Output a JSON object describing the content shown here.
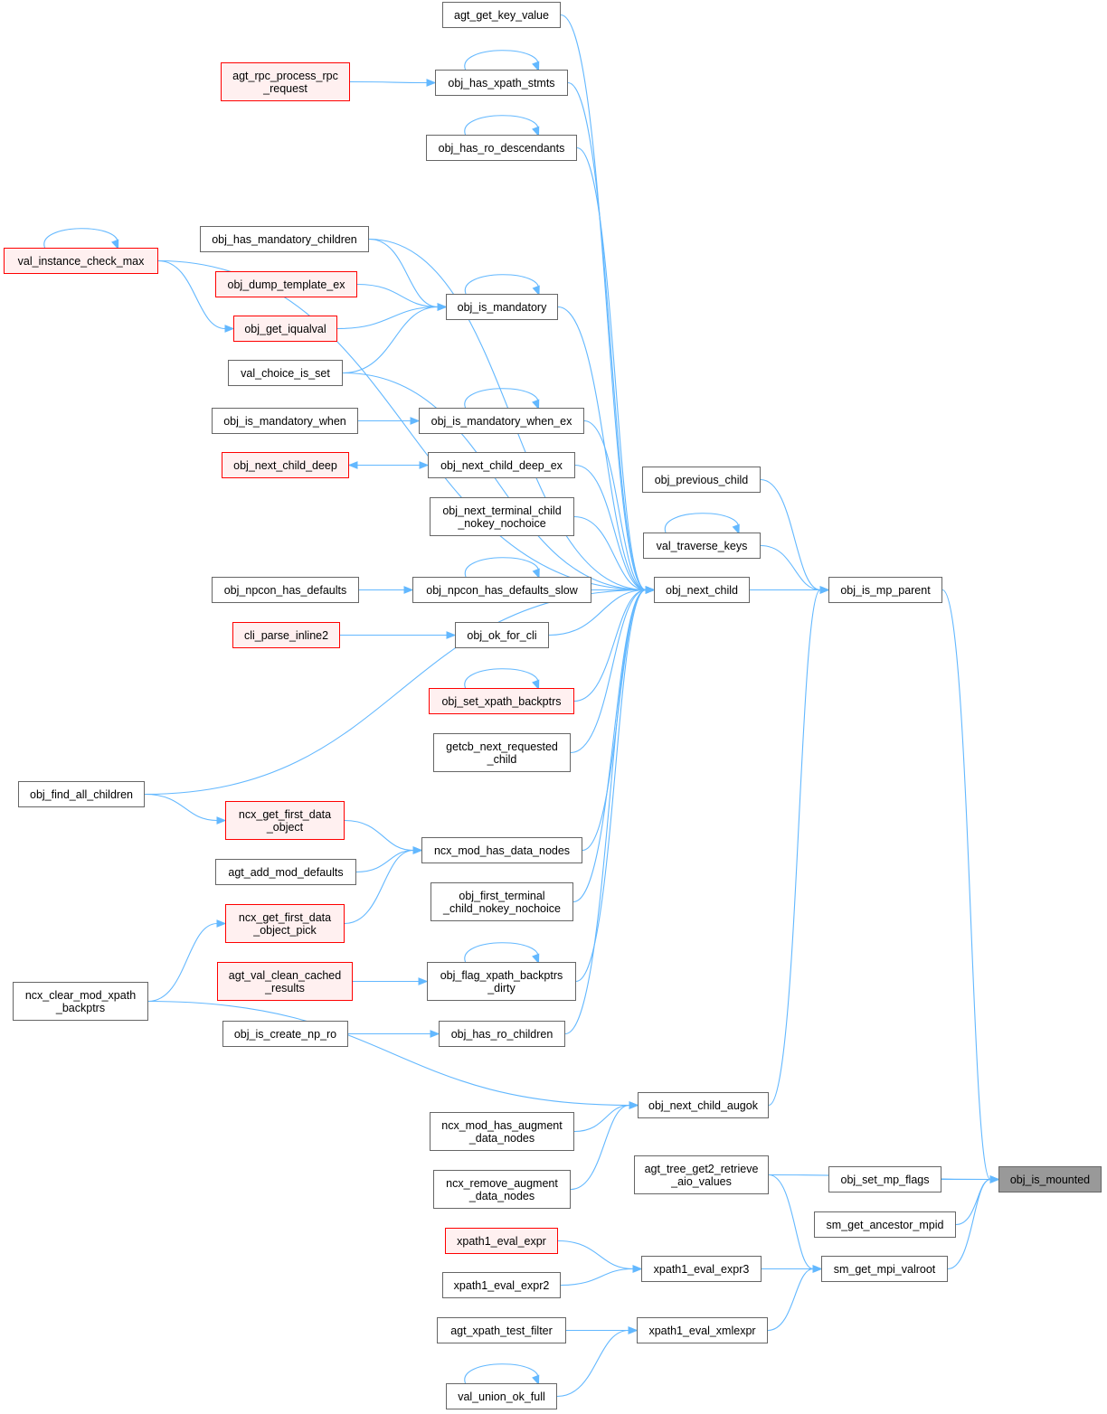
{
  "graph": {
    "direction": "right-to-left",
    "root": "obj_is_mounted",
    "colors": {
      "edge": "#63b8ff",
      "node_border": "#666666",
      "highlight_border": "#ff0000",
      "highlight_fill": "#fff0f0",
      "root_fill": "#999999"
    }
  },
  "nodes": [
    {
      "id": "obj_is_mounted",
      "label": "obj_is_mounted",
      "style": "current"
    },
    {
      "id": "obj_is_mp_parent",
      "label": "obj_is_mp_parent",
      "style": "normal"
    },
    {
      "id": "obj_next_child",
      "label": "obj_next_child",
      "style": "normal"
    },
    {
      "id": "obj_previous_child",
      "label": "obj_previous_child",
      "style": "normal"
    },
    {
      "id": "val_traverse_keys",
      "label": "val_traverse_keys",
      "style": "normal"
    },
    {
      "id": "obj_next_child_augok",
      "label": "obj_next_child_augok",
      "style": "normal"
    },
    {
      "id": "agt_tree_get2",
      "label": "agt_tree_get2_retrieve\n_aio_values",
      "style": "normal"
    },
    {
      "id": "obj_set_mp_flags",
      "label": "obj_set_mp_flags",
      "style": "normal"
    },
    {
      "id": "sm_get_ancestor_mpid",
      "label": "sm_get_ancestor_mpid",
      "style": "normal"
    },
    {
      "id": "sm_get_mpi_valroot",
      "label": "sm_get_mpi_valroot",
      "style": "normal"
    },
    {
      "id": "agt_get_key_value",
      "label": "agt_get_key_value",
      "style": "normal"
    },
    {
      "id": "obj_has_xpath_stmts",
      "label": "obj_has_xpath_stmts",
      "style": "normal"
    },
    {
      "id": "agt_rpc_process",
      "label": "agt_rpc_process_rpc\n_request",
      "style": "red"
    },
    {
      "id": "obj_has_ro_descendants",
      "label": "obj_has_ro_descendants",
      "style": "normal"
    },
    {
      "id": "val_instance_check_max",
      "label": "val_instance_check_max",
      "style": "red"
    },
    {
      "id": "obj_has_mandatory_children",
      "label": "obj_has_mandatory_children",
      "style": "normal"
    },
    {
      "id": "obj_dump_template_ex",
      "label": "obj_dump_template_ex",
      "style": "red"
    },
    {
      "id": "obj_is_mandatory",
      "label": "obj_is_mandatory",
      "style": "normal"
    },
    {
      "id": "obj_get_iqualval",
      "label": "obj_get_iqualval",
      "style": "red"
    },
    {
      "id": "val_choice_is_set",
      "label": "val_choice_is_set",
      "style": "normal"
    },
    {
      "id": "obj_is_mandatory_when",
      "label": "obj_is_mandatory_when",
      "style": "normal"
    },
    {
      "id": "obj_is_mandatory_when_ex",
      "label": "obj_is_mandatory_when_ex",
      "style": "normal"
    },
    {
      "id": "obj_next_child_deep",
      "label": "obj_next_child_deep",
      "style": "red"
    },
    {
      "id": "obj_next_child_deep_ex",
      "label": "obj_next_child_deep_ex",
      "style": "normal"
    },
    {
      "id": "obj_next_terminal_child",
      "label": "obj_next_terminal_child\n_nokey_nochoice",
      "style": "normal"
    },
    {
      "id": "obj_npcon_has_defaults",
      "label": "obj_npcon_has_defaults",
      "style": "normal"
    },
    {
      "id": "obj_npcon_has_defaults_slow",
      "label": "obj_npcon_has_defaults_slow",
      "style": "normal"
    },
    {
      "id": "cli_parse_inline2",
      "label": "cli_parse_inline2",
      "style": "red"
    },
    {
      "id": "obj_ok_for_cli",
      "label": "obj_ok_for_cli",
      "style": "normal"
    },
    {
      "id": "obj_set_xpath_backptrs",
      "label": "obj_set_xpath_backptrs",
      "style": "red"
    },
    {
      "id": "getcb_next_requested_child",
      "label": "getcb_next_requested\n_child",
      "style": "normal"
    },
    {
      "id": "obj_find_all_children",
      "label": "obj_find_all_children",
      "style": "normal"
    },
    {
      "id": "ncx_get_first_data_object",
      "label": "ncx_get_first_data\n_object",
      "style": "red"
    },
    {
      "id": "ncx_mod_has_data_nodes",
      "label": "ncx_mod_has_data_nodes",
      "style": "normal"
    },
    {
      "id": "agt_add_mod_defaults",
      "label": "agt_add_mod_defaults",
      "style": "normal"
    },
    {
      "id": "obj_first_terminal_child",
      "label": "obj_first_terminal\n_child_nokey_nochoice",
      "style": "normal"
    },
    {
      "id": "ncx_get_first_data_object_pick",
      "label": "ncx_get_first_data\n_object_pick",
      "style": "red"
    },
    {
      "id": "agt_val_clean_cached",
      "label": "agt_val_clean_cached\n_results",
      "style": "red"
    },
    {
      "id": "obj_flag_xpath_backptrs_dirty",
      "label": "obj_flag_xpath_backptrs\n_dirty",
      "style": "normal"
    },
    {
      "id": "ncx_clear_mod_xpath",
      "label": "ncx_clear_mod_xpath\n_backptrs",
      "style": "normal"
    },
    {
      "id": "obj_is_create_np_ro",
      "label": "obj_is_create_np_ro",
      "style": "normal"
    },
    {
      "id": "obj_has_ro_children",
      "label": "obj_has_ro_children",
      "style": "normal"
    },
    {
      "id": "ncx_mod_has_augment",
      "label": "ncx_mod_has_augment\n_data_nodes",
      "style": "normal"
    },
    {
      "id": "ncx_remove_augment",
      "label": "ncx_remove_augment\n_data_nodes",
      "style": "normal"
    },
    {
      "id": "xpath1_eval_expr",
      "label": "xpath1_eval_expr",
      "style": "red"
    },
    {
      "id": "xpath1_eval_expr3",
      "label": "xpath1_eval_expr3",
      "style": "normal"
    },
    {
      "id": "xpath1_eval_expr2",
      "label": "xpath1_eval_expr2",
      "style": "normal"
    },
    {
      "id": "agt_xpath_test_filter",
      "label": "agt_xpath_test_filter",
      "style": "normal"
    },
    {
      "id": "xpath1_eval_xmlexpr",
      "label": "xpath1_eval_xmlexpr",
      "style": "normal"
    },
    {
      "id": "val_union_ok_full",
      "label": "val_union_ok_full",
      "style": "normal"
    }
  ],
  "edges": [
    {
      "from": "obj_is_mp_parent",
      "to": "obj_is_mounted"
    },
    {
      "from": "agt_tree_get2",
      "to": "obj_is_mounted"
    },
    {
      "from": "obj_set_mp_flags",
      "to": "obj_is_mounted"
    },
    {
      "from": "sm_get_ancestor_mpid",
      "to": "obj_is_mounted"
    },
    {
      "from": "sm_get_mpi_valroot",
      "to": "obj_is_mounted"
    },
    {
      "from": "obj_next_child",
      "to": "obj_is_mp_parent"
    },
    {
      "from": "obj_previous_child",
      "to": "obj_is_mp_parent"
    },
    {
      "from": "val_traverse_keys",
      "to": "obj_is_mp_parent"
    },
    {
      "from": "obj_next_child_augok",
      "to": "obj_is_mp_parent"
    },
    {
      "from": "agt_tree_get2",
      "to": "sm_get_mpi_valroot"
    },
    {
      "from": "xpath1_eval_expr3",
      "to": "sm_get_mpi_valroot"
    },
    {
      "from": "xpath1_eval_xmlexpr",
      "to": "sm_get_mpi_valroot"
    },
    {
      "from": "agt_get_key_value",
      "to": "obj_next_child"
    },
    {
      "from": "obj_has_xpath_stmts",
      "to": "obj_next_child"
    },
    {
      "from": "obj_has_ro_descendants",
      "to": "obj_next_child"
    },
    {
      "from": "val_instance_check_max",
      "to": "obj_next_child"
    },
    {
      "from": "obj_has_mandatory_children",
      "to": "obj_next_child"
    },
    {
      "from": "obj_is_mandatory",
      "to": "obj_next_child"
    },
    {
      "from": "val_choice_is_set",
      "to": "obj_next_child"
    },
    {
      "from": "obj_is_mandatory_when_ex",
      "to": "obj_next_child"
    },
    {
      "from": "obj_next_child_deep_ex",
      "to": "obj_next_child"
    },
    {
      "from": "obj_next_terminal_child",
      "to": "obj_next_child"
    },
    {
      "from": "obj_npcon_has_defaults_slow",
      "to": "obj_next_child"
    },
    {
      "from": "obj_ok_for_cli",
      "to": "obj_next_child"
    },
    {
      "from": "obj_set_xpath_backptrs",
      "to": "obj_next_child"
    },
    {
      "from": "getcb_next_requested_child",
      "to": "obj_next_child"
    },
    {
      "from": "obj_find_all_children",
      "to": "obj_next_child"
    },
    {
      "from": "ncx_mod_has_data_nodes",
      "to": "obj_next_child"
    },
    {
      "from": "obj_first_terminal_child",
      "to": "obj_next_child"
    },
    {
      "from": "obj_flag_xpath_backptrs_dirty",
      "to": "obj_next_child"
    },
    {
      "from": "obj_has_ro_children",
      "to": "obj_next_child"
    },
    {
      "from": "val_traverse_keys",
      "to": "val_traverse_keys"
    },
    {
      "from": "agt_rpc_process",
      "to": "obj_has_xpath_stmts"
    },
    {
      "from": "obj_has_xpath_stmts",
      "to": "obj_has_xpath_stmts"
    },
    {
      "from": "obj_has_ro_descendants",
      "to": "obj_has_ro_descendants"
    },
    {
      "from": "val_instance_check_max",
      "to": "val_instance_check_max"
    },
    {
      "from": "val_instance_check_max",
      "to": "obj_get_iqualval"
    },
    {
      "from": "obj_has_mandatory_children",
      "to": "obj_is_mandatory"
    },
    {
      "from": "obj_dump_template_ex",
      "to": "obj_is_mandatory"
    },
    {
      "from": "obj_get_iqualval",
      "to": "obj_is_mandatory"
    },
    {
      "from": "val_choice_is_set",
      "to": "obj_is_mandatory"
    },
    {
      "from": "obj_is_mandatory",
      "to": "obj_is_mandatory"
    },
    {
      "from": "obj_is_mandatory_when",
      "to": "obj_is_mandatory_when_ex"
    },
    {
      "from": "obj_is_mandatory_when_ex",
      "to": "obj_is_mandatory_when_ex"
    },
    {
      "from": "obj_next_child_deep",
      "to": "obj_next_child_deep_ex"
    },
    {
      "from": "obj_next_child_deep_ex",
      "to": "obj_next_child_deep"
    },
    {
      "from": "obj_npcon_has_defaults",
      "to": "obj_npcon_has_defaults_slow"
    },
    {
      "from": "obj_npcon_has_defaults_slow",
      "to": "obj_npcon_has_defaults_slow"
    },
    {
      "from": "cli_parse_inline2",
      "to": "obj_ok_for_cli"
    },
    {
      "from": "obj_set_xpath_backptrs",
      "to": "obj_set_xpath_backptrs"
    },
    {
      "from": "obj_find_all_children",
      "to": "ncx_get_first_data_object"
    },
    {
      "from": "ncx_get_first_data_object",
      "to": "ncx_mod_has_data_nodes"
    },
    {
      "from": "agt_add_mod_defaults",
      "to": "ncx_mod_has_data_nodes"
    },
    {
      "from": "ncx_get_first_data_object_pick",
      "to": "ncx_mod_has_data_nodes"
    },
    {
      "from": "ncx_clear_mod_xpath",
      "to": "ncx_get_first_data_object_pick"
    },
    {
      "from": "agt_val_clean_cached",
      "to": "obj_flag_xpath_backptrs_dirty"
    },
    {
      "from": "obj_flag_xpath_backptrs_dirty",
      "to": "obj_flag_xpath_backptrs_dirty"
    },
    {
      "from": "obj_is_create_np_ro",
      "to": "obj_has_ro_children"
    },
    {
      "from": "ncx_clear_mod_xpath",
      "to": "obj_next_child_augok"
    },
    {
      "from": "ncx_mod_has_augment",
      "to": "obj_next_child_augok"
    },
    {
      "from": "ncx_remove_augment",
      "to": "obj_next_child_augok"
    },
    {
      "from": "xpath1_eval_expr",
      "to": "xpath1_eval_expr3"
    },
    {
      "from": "xpath1_eval_expr2",
      "to": "xpath1_eval_expr3"
    },
    {
      "from": "agt_xpath_test_filter",
      "to": "xpath1_eval_xmlexpr"
    },
    {
      "from": "val_union_ok_full",
      "to": "xpath1_eval_xmlexpr"
    },
    {
      "from": "val_union_ok_full",
      "to": "val_union_ok_full"
    }
  ]
}
